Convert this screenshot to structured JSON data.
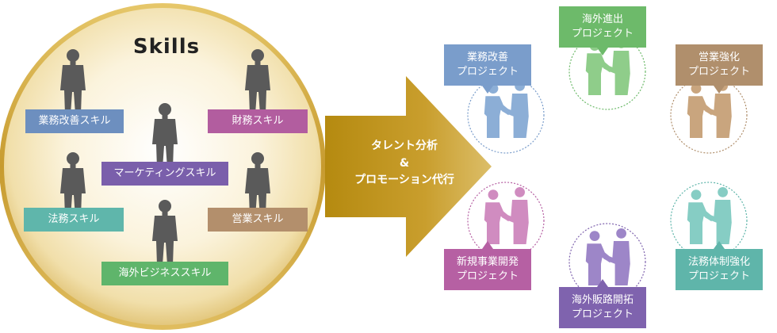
{
  "diagram": {
    "title": "Skills",
    "arrow_text": [
      "タレント分析",
      "&",
      "プロモーション代行"
    ],
    "skills": [
      {
        "id": "gyomu",
        "label": "業務改善スキル",
        "color": "#6d8fbf"
      },
      {
        "id": "zaimu",
        "label": "財務スキル",
        "color": "#b25d9f"
      },
      {
        "id": "marketing",
        "label": "マーケティングスキル",
        "color": "#7a5fab"
      },
      {
        "id": "homu",
        "label": "法務スキル",
        "color": "#5fb6ab"
      },
      {
        "id": "eigyo",
        "label": "営業スキル",
        "color": "#b38f6c"
      },
      {
        "id": "kaigai",
        "label": "海外ビジネススキル",
        "color": "#5fb56b"
      }
    ],
    "projects": [
      {
        "id": "gyomu",
        "label": "業務改善\nプロジェクト",
        "color": "#7a9dcb",
        "figure_color": "#8caed6"
      },
      {
        "id": "kaigai",
        "label": "海外進出\nプロジェクト",
        "color": "#6dba6a",
        "figure_color": "#8fcd8a"
      },
      {
        "id": "eigyo",
        "label": "営業強化\nプロジェクト",
        "color": "#b08f6c",
        "figure_color": "#c9a57e"
      },
      {
        "id": "shinki",
        "label": "新規事業開発\nプロジェクト",
        "color": "#b660a3",
        "figure_color": "#d08cc0"
      },
      {
        "id": "hanro",
        "label": "海外販路開拓\nプロジェクト",
        "color": "#7f63ae",
        "figure_color": "#9d86c8"
      },
      {
        "id": "homu",
        "label": "法務体制強化\nプロジェクト",
        "color": "#5fb5aa",
        "figure_color": "#86cdc4"
      }
    ]
  }
}
